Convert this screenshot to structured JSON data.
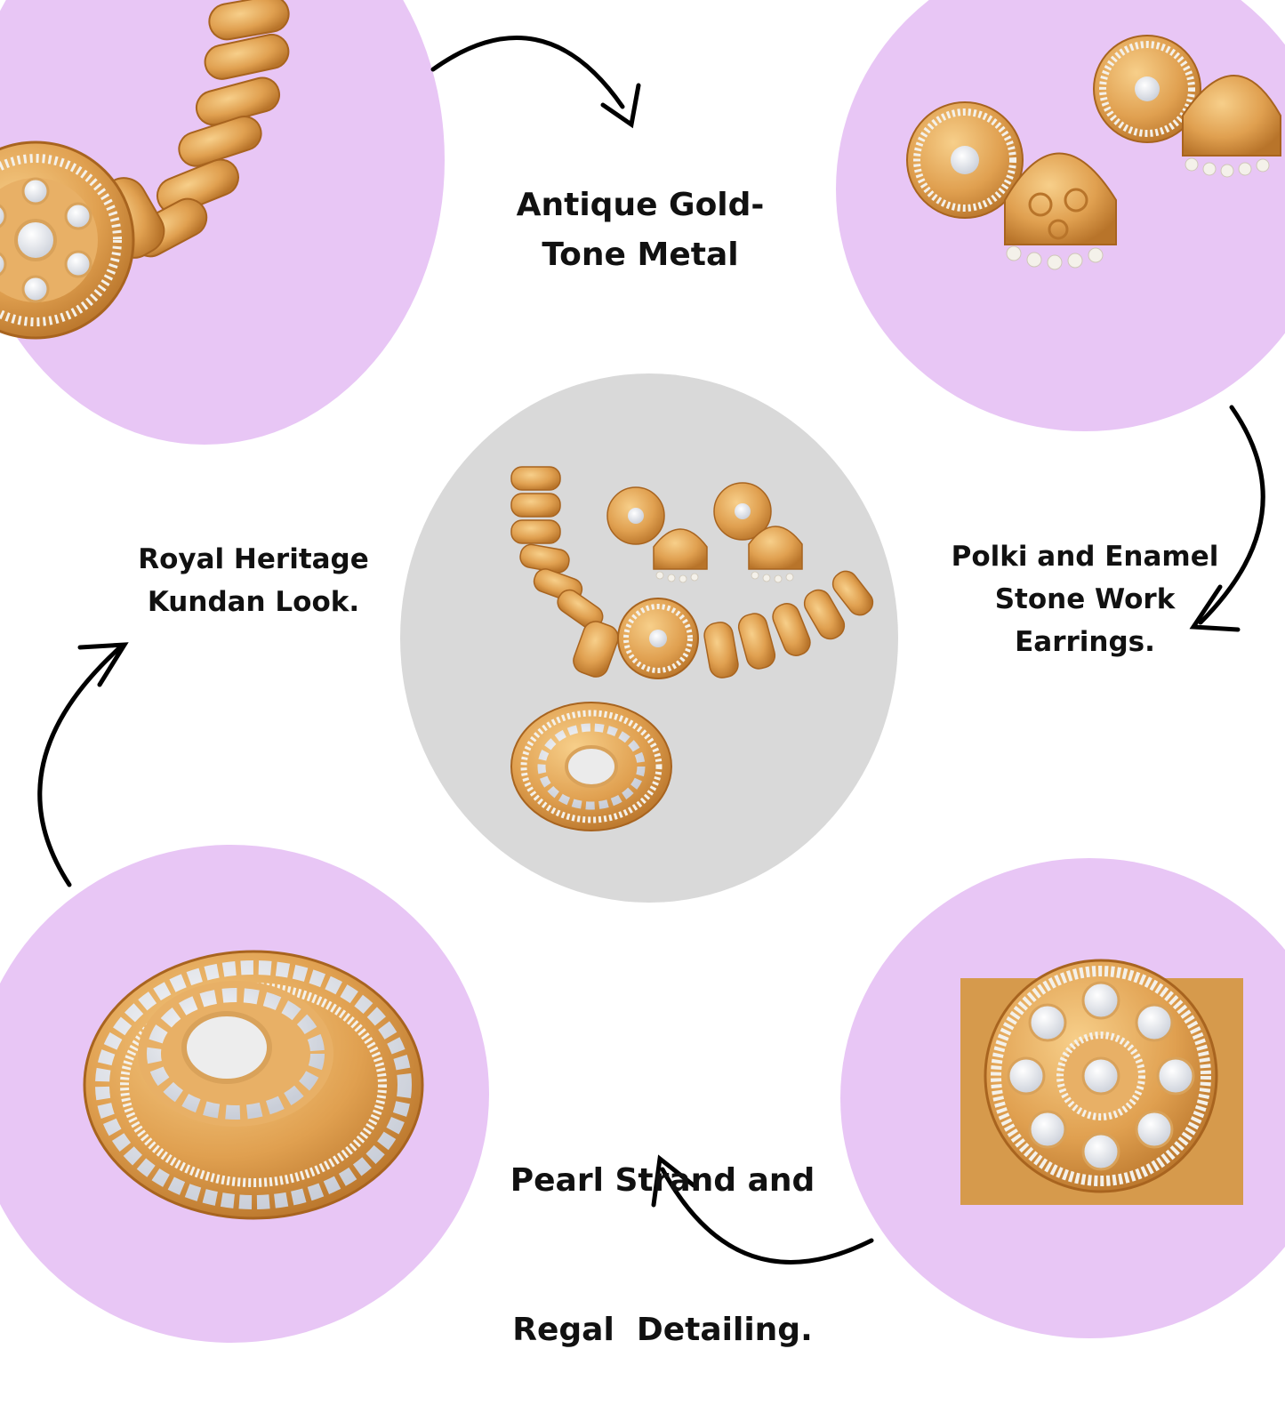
{
  "captions": {
    "top_center": {
      "line1": "Antique Gold-",
      "line2": "Tone Metal"
    },
    "left": {
      "line1": "Royal Heritage",
      "line2": "Kundan Look."
    },
    "right": {
      "line1": "Polki and Enamel",
      "line2": "Stone Work",
      "line3": "Earrings."
    },
    "bottom_center": {
      "line1": "Pearl Strand and",
      "line2": "Regal  Detailing."
    }
  },
  "colors": {
    "lavender": "#e8c6f5",
    "gray": "#d9d9d9",
    "gold": "#e0a050",
    "gold_dark": "#b8742a",
    "pearl": "#f4f1ea",
    "stone": "#dfe3ea",
    "text": "#111111"
  },
  "images": {
    "top_left": "necklace-chain-closeup",
    "top_right": "jhumka-earrings-closeup",
    "center": "necklace-set-product",
    "bottom_left": "pendant-closeup",
    "bottom_right": "kundan-medallion-closeup"
  }
}
